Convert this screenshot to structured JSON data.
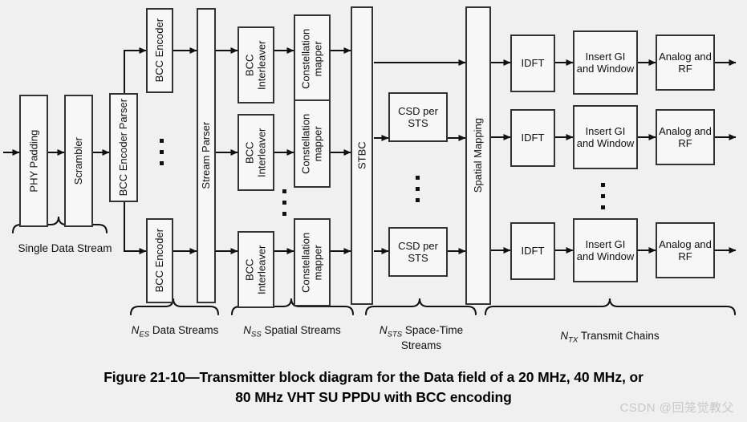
{
  "figure": {
    "caption_line1": "Figure 21-10—Transmitter block diagram for the Data field of a 20 MHz, 40 MHz, or",
    "caption_line2": "80 MHz VHT SU PPDU with BCC encoding",
    "watermark": "CSDN @回笼觉教父",
    "background_color": "#f0f0f0",
    "box_fill_color": "#f7f7f7",
    "stroke_color": "#333333",
    "text_color": "#111111"
  },
  "blocks": {
    "phy_padding": "PHY Padding",
    "scrambler": "Scrambler",
    "bcc_encoder_parser": "BCC Encoder Parser",
    "bcc_encoder_top": "BCC Encoder",
    "bcc_encoder_bottom": "BCC Encoder",
    "stream_parser": "Stream Parser",
    "bcc_interleaver_1": "BCC Interleaver",
    "bcc_interleaver_2": "BCC Interleaver",
    "bcc_interleaver_3": "BCC Interleaver",
    "constellation_mapper_1": "Constellation mapper",
    "constellation_mapper_2": "Constellation mapper",
    "constellation_mapper_3": "Constellation mapper",
    "stbc": "STBC",
    "csd_per_sts_1": "CSD per STS",
    "csd_per_sts_2": "CSD per STS",
    "spatial_mapping": "Spatial Mapping",
    "idft_1": "IDFT",
    "idft_2": "IDFT",
    "idft_3": "IDFT",
    "insert_gi_window_1": "Insert GI and Window",
    "insert_gi_window_2": "Insert GI and Window",
    "insert_gi_window_3": "Insert GI and Window",
    "analog_rf_1": "Analog and RF",
    "analog_rf_2": "Analog and RF",
    "analog_rf_3": "Analog and RF"
  },
  "brace_labels": {
    "single_data_stream": "Single Data Stream",
    "nes_data_streams": {
      "symbol": "N",
      "subscript": "ES",
      "text": "Data Streams"
    },
    "nss_spatial_streams": {
      "symbol": "N",
      "subscript": "SS",
      "text": "Spatial Streams"
    },
    "nsts_space_time": {
      "symbol": "N",
      "subscript": "STS",
      "text": "Space-Time Streams"
    },
    "ntx_transmit_chains": {
      "symbol": "N",
      "subscript": "TX",
      "text": "Transmit Chains"
    }
  },
  "ellipses": {
    "encoder_column": "vertical-ellipsis",
    "interleaver_column": "vertical-ellipsis",
    "mapper_column": "vertical-ellipsis",
    "csd_column": "vertical-ellipsis",
    "chain_column": "vertical-ellipsis"
  }
}
